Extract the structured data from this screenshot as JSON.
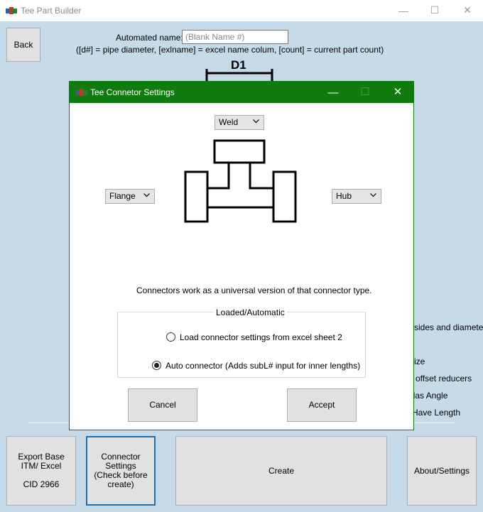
{
  "main_window": {
    "title": "Tee Part Builder",
    "controls": {
      "minimize": "—",
      "maximize": "☐",
      "close": "✕"
    },
    "back_button": "Back",
    "automated_name_label": "Automated name:",
    "automated_name_placeholder": "(Blank Name #)",
    "legend": "([d#] = pipe diameter, [exlname] = excel name colum, [count] = current part count)",
    "diagram_label": "D1",
    "partial_options": [
      "sides and diameter",
      "ize",
      "offset reducers",
      "llas Angle",
      "Have Length"
    ],
    "bottom_buttons": {
      "export_line1": "Export Base",
      "export_line2": "ITM/ Excel",
      "export_line3": "CID 2966",
      "connector": "Connector\nSettings\n(Check before\ncreate)",
      "create": "Create",
      "about": "About/Settings"
    }
  },
  "dialog": {
    "title": "Tee Connetor Settings",
    "controls": {
      "minimize": "—",
      "maximize": "☐",
      "close": "✕"
    },
    "top_connector": "Weld",
    "left_connector": "Flange",
    "right_connector": "Hub",
    "info_text": "Connectors work as a universal version of that connector type.",
    "group_title": "Loaded/Automatic",
    "options": [
      {
        "label": "Load connector settings from excel sheet 2",
        "selected": false
      },
      {
        "label": "Auto connector (Adds subL# input for inner lengths)",
        "selected": true
      }
    ],
    "cancel_button": "Cancel",
    "accept_button": "Accept"
  }
}
